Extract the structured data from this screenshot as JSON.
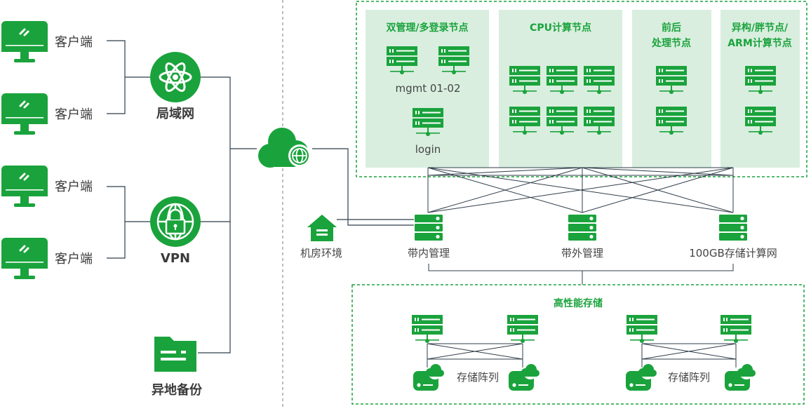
{
  "colors": {
    "accent": "#1aa33c",
    "panel_fill": "#d9eedf",
    "line_dark": "#2f3d4a",
    "divider": "#bdbdbd",
    "icon_white": "#ffffff"
  },
  "left": {
    "clients": [
      "客户端",
      "客户端",
      "客户端",
      "客户端"
    ],
    "lan_label": "局域网",
    "vpn_label": "VPN",
    "backup_label": "异地备份"
  },
  "cluster": {
    "groups": [
      {
        "title_lines": [
          "双管理/多登录节点"
        ],
        "server_labels": [
          "mgmt 01-02",
          "login"
        ]
      },
      {
        "title_lines": [
          "CPU计算节点"
        ]
      },
      {
        "title_lines": [
          "前后",
          "处理节点"
        ]
      },
      {
        "title_lines": [
          "异构/胖节点/",
          "ARM计算节点"
        ]
      }
    ]
  },
  "network": {
    "room_label": "机房环境",
    "switches": [
      "带内管理",
      "带外管理",
      "100GB存储计算网"
    ]
  },
  "storage": {
    "title": "高性能存储",
    "array_labels": [
      "存储阵列",
      "存储阵列"
    ]
  }
}
